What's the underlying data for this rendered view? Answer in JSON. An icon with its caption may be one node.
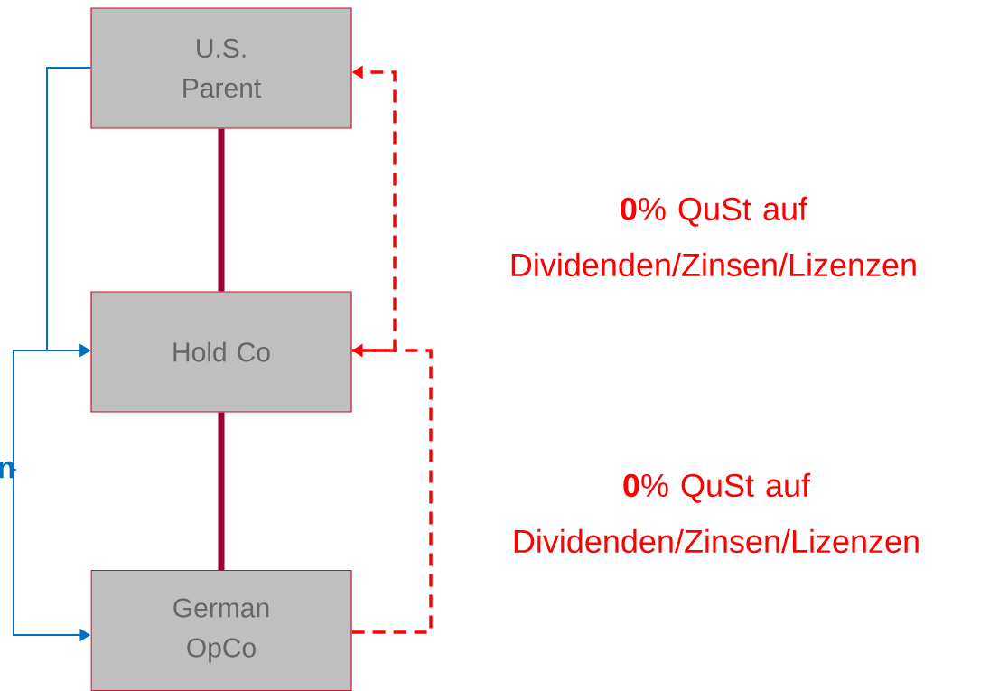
{
  "diagram": {
    "nodes": [
      {
        "text": [
          "U.S. Parent"
        ]
      },
      {
        "text": [
          "Hold Co"
        ]
      },
      {
        "text": [
          "German OpCo"
        ]
      },
      {
        "text": [
          "n"
        ]
      }
    ],
    "edges": [
      {
        "from": 0,
        "to": 1,
        "arrow": "none",
        "style": "thick",
        "color": "#990033"
      },
      {
        "from": 1,
        "to": 2,
        "arrow": "none",
        "style": "thick",
        "color": "#990033"
      },
      {
        "from": 0,
        "to": 1,
        "arrow": "to",
        "color": "#0070c0"
      },
      {
        "from": 3,
        "to": 1,
        "arrow": "to",
        "color": "#0070c0"
      },
      {
        "from": 3,
        "to": 2,
        "arrow": "to",
        "color": "#0070c0"
      },
      {
        "from": 1,
        "to": 0,
        "arrow": "to",
        "style": "dashed",
        "color": "#ff0000",
        "label": "**0**% QuSt auf Dividenden/Zinsen/Lizenzen"
      },
      {
        "from": 2,
        "to": 1,
        "arrow": "to",
        "style": "dashed",
        "color": "#ff0000",
        "label": "**0**% QuSt auf Dividenden/Zinsen/Lizenzen"
      }
    ]
  }
}
